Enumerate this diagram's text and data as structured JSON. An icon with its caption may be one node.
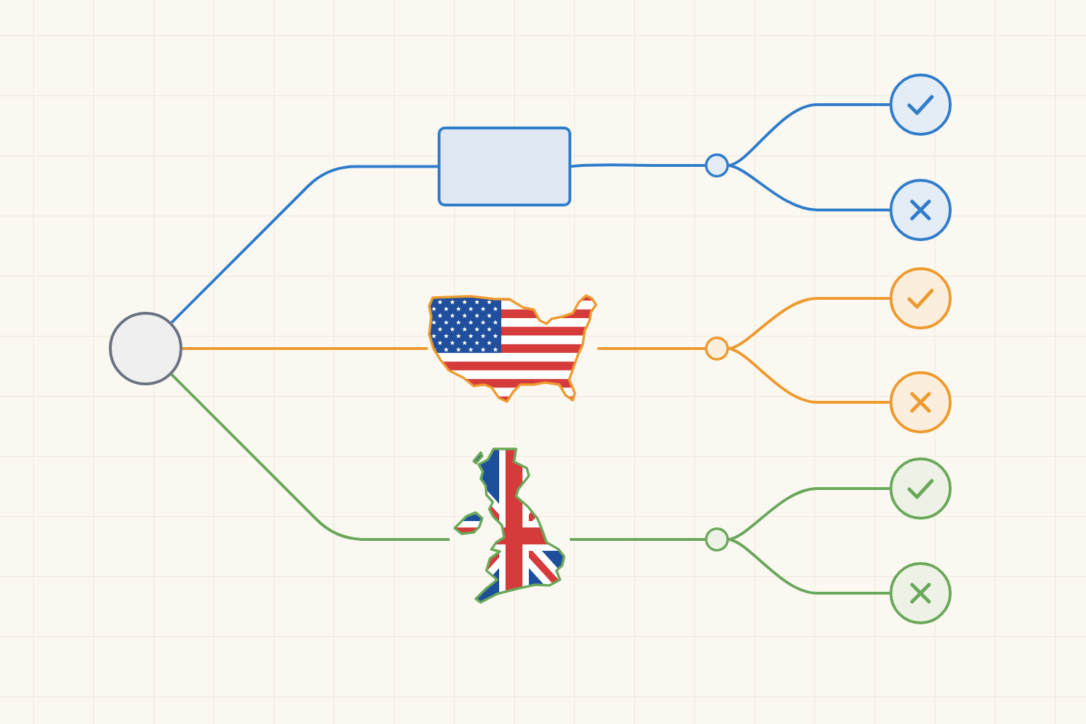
{
  "diagram": {
    "nodes": [
      {
        "text": [],
        "shape": "circle"
      },
      {
        "text": [],
        "shape": "box"
      },
      {
        "text": [],
        "shape": "picture"
      },
      {
        "text": [],
        "shape": "picture"
      },
      {
        "text": [],
        "shape": "circle"
      },
      {
        "text": [],
        "shape": "circle"
      },
      {
        "text": [],
        "shape": "circle"
      },
      {
        "text": [],
        "shape": "circle"
      },
      {
        "text": [],
        "shape": "circle"
      },
      {
        "text": [],
        "shape": "circle"
      },
      {
        "text": [],
        "shape": "circle"
      },
      {
        "text": [],
        "shape": "circle"
      },
      {
        "text": [],
        "shape": "circle"
      }
    ],
    "edges": [
      {
        "from": 0,
        "to": 1,
        "arrow": "none",
        "color": "#2f7ccb"
      },
      {
        "from": 1,
        "to": 4,
        "arrow": "none",
        "color": "#2f7ccb"
      },
      {
        "from": 4,
        "to": 7,
        "arrow": "none",
        "color": "#2f7ccb"
      },
      {
        "from": 4,
        "to": 8,
        "arrow": "none",
        "color": "#2f7ccb"
      },
      {
        "from": 0,
        "to": 2,
        "arrow": "none",
        "color": "#ee9a2e"
      },
      {
        "from": 2,
        "to": 5,
        "arrow": "none",
        "color": "#ee9a2e"
      },
      {
        "from": 5,
        "to": 9,
        "arrow": "none",
        "color": "#ee9a2e"
      },
      {
        "from": 5,
        "to": 10,
        "arrow": "none",
        "color": "#ee9a2e"
      },
      {
        "from": 0,
        "to": 3,
        "arrow": "none",
        "color": "#6aa85a"
      },
      {
        "from": 3,
        "to": 6,
        "arrow": "none",
        "color": "#6aa85a"
      },
      {
        "from": 6,
        "to": 11,
        "arrow": "none",
        "color": "#6aa85a"
      },
      {
        "from": 6,
        "to": 12,
        "arrow": "none",
        "color": "#6aa85a"
      }
    ]
  }
}
